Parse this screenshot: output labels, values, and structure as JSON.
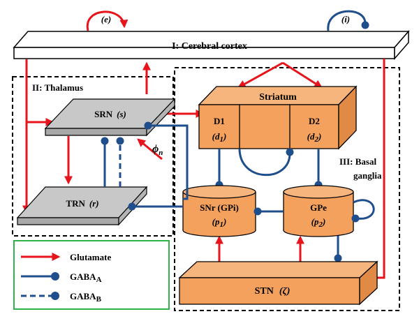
{
  "regions": {
    "cortex": "I: Cerebral cortex",
    "thalamus": "II: Thalamus",
    "basal_line1": "III: Basal",
    "basal_line2": "ganglia"
  },
  "loops": {
    "excitatory": "(e)",
    "inhibitory": "(i)"
  },
  "nuclei": {
    "srn": "SRN",
    "srn_sym": "(s)",
    "trn": "TRN",
    "trn_sym": "(r)",
    "striatum": "Striatum",
    "d1": "D1",
    "d1_sym": "(d",
    "d1_sub": "1",
    "d2": "D2",
    "d2_sym": "(d",
    "d2_sub": "2",
    "snr": "SNr (GPi)",
    "snr_sym": "(p",
    "snr_sub": "1",
    "gpe": "GPe",
    "gpe_sym": "(p",
    "gpe_sub": "2",
    "stn": "STN",
    "stn_sym": "(ζ)"
  },
  "input": {
    "phi": "ϕ",
    "phi_sub": "n"
  },
  "legend": {
    "glutamate": "Glutamate",
    "gaba_a": "GABA",
    "gaba_a_sub": "A",
    "gaba_b": "GABA",
    "gaba_b_sub": "B"
  },
  "colors": {
    "glutamate": "#e8141b",
    "gaba": "#1f4e8c",
    "nucleus_orange": "#f4a15d",
    "thalamus_gray": "#c8c8c8",
    "legend_border": "#2db34a"
  }
}
